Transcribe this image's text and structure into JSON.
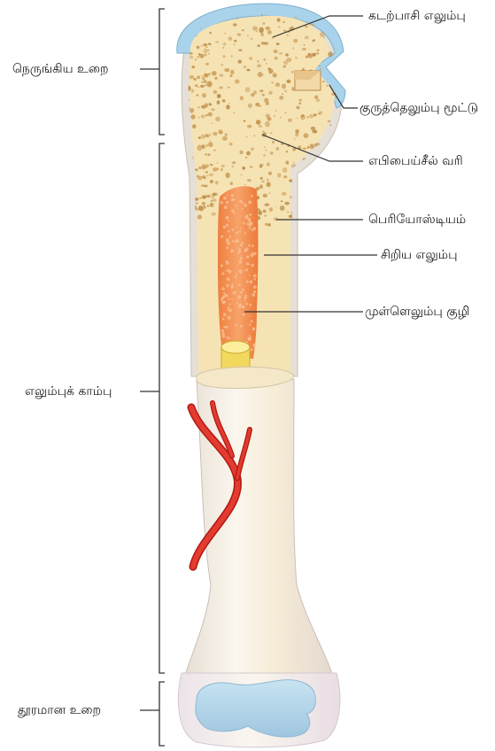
{
  "labels": {
    "spongy_bone": "கடற்பாசி எலும்பு",
    "articular_cartilage": "குருத்தெலும்பு மூட்டு",
    "epiphyseal_line": "எபிபைய்சீல் வரி",
    "periosteum": "பெரியோஸ்டியம்",
    "compact_bone": "சிறிய எலும்பு",
    "medullary_cavity": "முள்ளெலும்பு குழி"
  },
  "regions": {
    "proximal_epiphysis": "நெருங்கிய உறை",
    "diaphysis": "எலும்புக் காம்பு",
    "distal_epiphysis": "தூரமான உறை"
  },
  "colors": {
    "spongy_bone": "#f6e3b4",
    "spongy_pores": "#c79a55",
    "cartilage": "#a9d3ea",
    "marrow": "#f08a4c",
    "yellow_marrow": "#f5e27a",
    "artery": "#d6231e",
    "shaft": "#f7f1e6",
    "line": "#333333"
  }
}
